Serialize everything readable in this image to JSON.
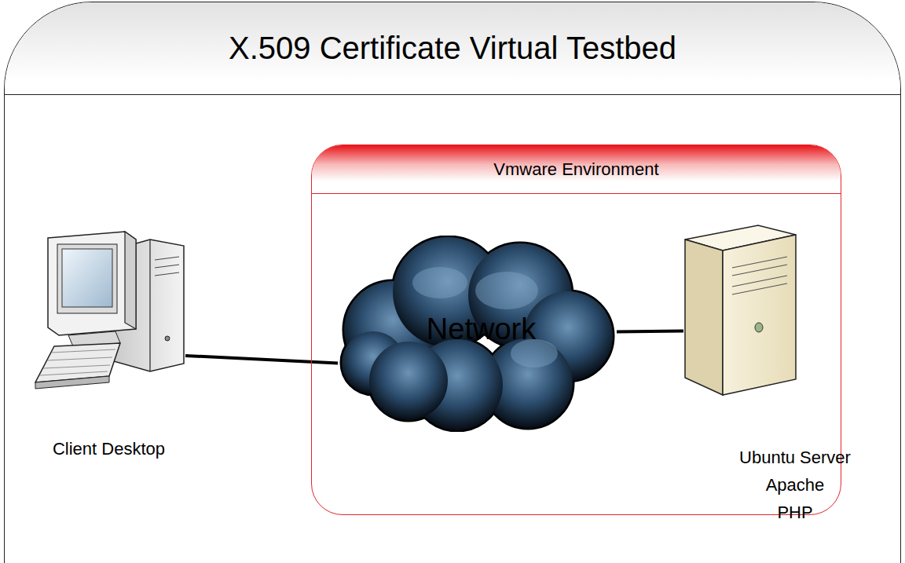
{
  "diagram": {
    "nodes": [
      {
        "text": [
          "X.509 Certificate Virtual Testbed"
        ]
      },
      {
        "text": [
          "Client Desktop"
        ],
        "in": 0
      },
      {
        "text": [
          "Vmware Environment"
        ],
        "in": 0
      },
      {
        "text": [
          "Network"
        ],
        "in": 2
      },
      {
        "text": [
          "Ubuntu Server",
          "Apache",
          "PHP"
        ],
        "in": 2
      }
    ],
    "edges": [
      {
        "from": 1,
        "to": 3,
        "arrow": "none"
      },
      {
        "from": 3,
        "to": 4,
        "arrow": "none"
      }
    ]
  }
}
